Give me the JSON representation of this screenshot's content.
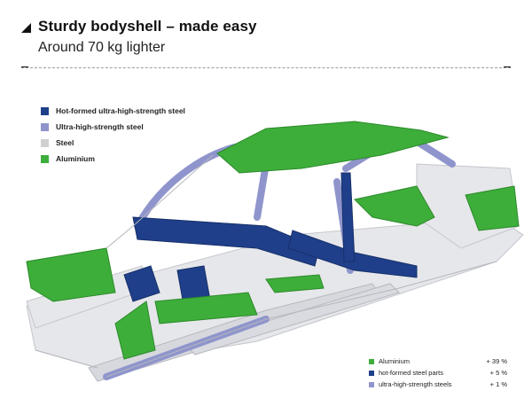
{
  "header": {
    "title": "Sturdy bodyshell – made easy",
    "subtitle": "Around 70 kg lighter"
  },
  "legend": [
    {
      "label": "Hot-formed ultra-high-strength steel",
      "color": "#1f3f8a"
    },
    {
      "label": "Ultra-high-strength steel",
      "color": "#8f95cc"
    },
    {
      "label": "Steel",
      "color": "#cfd0d2"
    },
    {
      "label": "Aluminium",
      "color": "#3dae3a"
    }
  ],
  "stats": [
    {
      "label": "Aluminium",
      "value": "+ 39 %",
      "color": "#3dae3a"
    },
    {
      "label": "hot-formed steel parts",
      "value": "+ 5 %",
      "color": "#1f3f8a"
    },
    {
      "label": "ultra-high-strength steels",
      "value": "+ 1 %",
      "color": "#8f95cc"
    }
  ]
}
